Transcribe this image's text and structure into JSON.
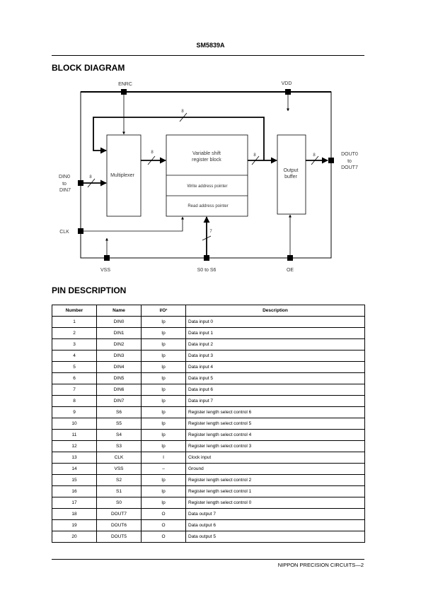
{
  "header": {
    "title": "SM5839A"
  },
  "block_diagram": {
    "heading": "BLOCK DIAGRAM",
    "labels": {
      "enrc": "ENRC",
      "vdd": "VDD",
      "din_a": "DIN0",
      "din_b": "to",
      "din_c": "DIN7",
      "clk": "CLK",
      "vss": "VSS",
      "s0s6": "S0 to S6",
      "oe": "OE",
      "dout_a": "DOUT0",
      "dout_b": "to",
      "dout_c": "DOUT7",
      "multiplexer": "Multiplexer",
      "vsr_a": "Variable shift",
      "vsr_b": "register block",
      "write_ptr": "Write address pointer",
      "read_ptr": "Read address pointer",
      "ob_a": "Output",
      "ob_b": "buffer",
      "bus8": "8",
      "bus7": "7"
    }
  },
  "pin_description": {
    "heading": "PIN DESCRIPTION",
    "columns": [
      "Number",
      "Name",
      "I/O¹",
      "Description"
    ],
    "rows": [
      [
        "1",
        "DIN0",
        "Ip",
        "Data input 0"
      ],
      [
        "2",
        "DIN1",
        "Ip",
        "Data input 1"
      ],
      [
        "3",
        "DIN2",
        "Ip",
        "Data input 2"
      ],
      [
        "4",
        "DIN3",
        "Ip",
        "Data input 3"
      ],
      [
        "5",
        "DIN4",
        "Ip",
        "Data input 4"
      ],
      [
        "6",
        "DIN5",
        "Ip",
        "Data input 5"
      ],
      [
        "7",
        "DIN6",
        "Ip",
        "Data input 6"
      ],
      [
        "8",
        "DIN7",
        "Ip",
        "Data input 7"
      ],
      [
        "9",
        "S6",
        "Ip",
        "Register length select control 6"
      ],
      [
        "10",
        "S5",
        "Ip",
        "Register length select control 5"
      ],
      [
        "11",
        "S4",
        "Ip",
        "Register length select control 4"
      ],
      [
        "12",
        "S3",
        "Ip",
        "Register length select control 3"
      ],
      [
        "13",
        "CLK",
        "I",
        "Clock input"
      ],
      [
        "14",
        "VSS",
        "–",
        "Ground"
      ],
      [
        "15",
        "S2",
        "Ip",
        "Register length select control 2"
      ],
      [
        "16",
        "S1",
        "Ip",
        "Register length select control 1"
      ],
      [
        "17",
        "S0",
        "Ip",
        "Register length select control 0"
      ],
      [
        "18",
        "DOUT7",
        "O",
        "Data output 7"
      ],
      [
        "19",
        "DOUT6",
        "O",
        "Data output 6"
      ],
      [
        "20",
        "DOUT5",
        "O",
        "Data output 5"
      ]
    ]
  },
  "footer": {
    "text": "NIPPON PRECISION CIRCUITS—2"
  }
}
